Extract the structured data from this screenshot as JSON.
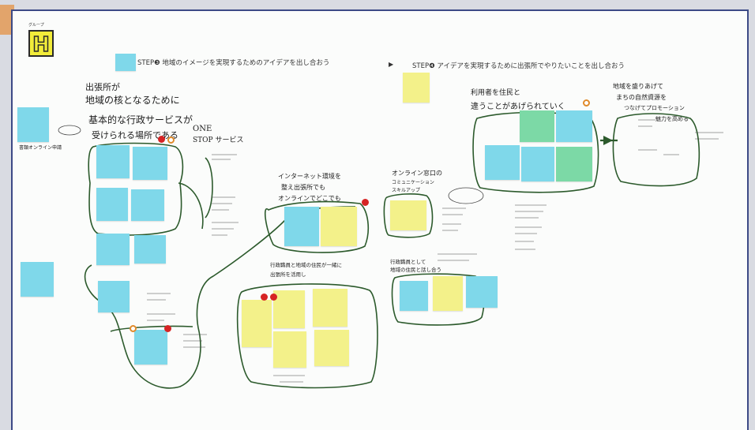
{
  "board": {
    "group_label": "グループ",
    "group_letter": "H",
    "step_a_heading": "STEP❸ 地域のイメージを実現するためのアイデアを出し合おう",
    "step_b_heading": "STEP❹ アイデアを実現するために出張所でやりたいことを出し合おう",
    "arrow_glyph": "▶",
    "colors": {
      "frame": "#3c4a86",
      "note_blue": "#7fd8ea",
      "note_yellow": "#f3f18a",
      "note_green": "#7cd9a6",
      "dot_red": "#d62424",
      "dot_ring": "#e08a2a",
      "ink": "#2c5a2c"
    }
  },
  "handwriting": {
    "main_title_1": "出張所が",
    "main_title_2": "地域の核となるために",
    "main_title_3": "基本的な行政サービスが",
    "main_title_4": "受けられる場所である",
    "one_stop_1": "ONE",
    "one_stop_2": "STOP サービス",
    "internet_1": "インターネット環境を",
    "internet_2": "整え出張所でも",
    "internet_3": "オンラインでどこでも",
    "online_1": "オンライン窓口の",
    "online_2": "コミュニケーション",
    "online_3": "スキルアップ",
    "right_1": "利用者を住民と",
    "right_2": "違うことがあげられていく",
    "far_right_1": "地域を盛りあげて",
    "far_right_2": "まちの自然資源を",
    "far_right_3": "つなげてプロモーション",
    "far_right_4": "魅力を高める",
    "mid_lower_1": "行政職員と地域の住民が一緒に",
    "mid_lower_2": "出張所を活用し",
    "right_lower_1": "行政職員として",
    "right_lower_2": "地域の住民と話し合う",
    "left_label": "書類オンライン申請"
  }
}
